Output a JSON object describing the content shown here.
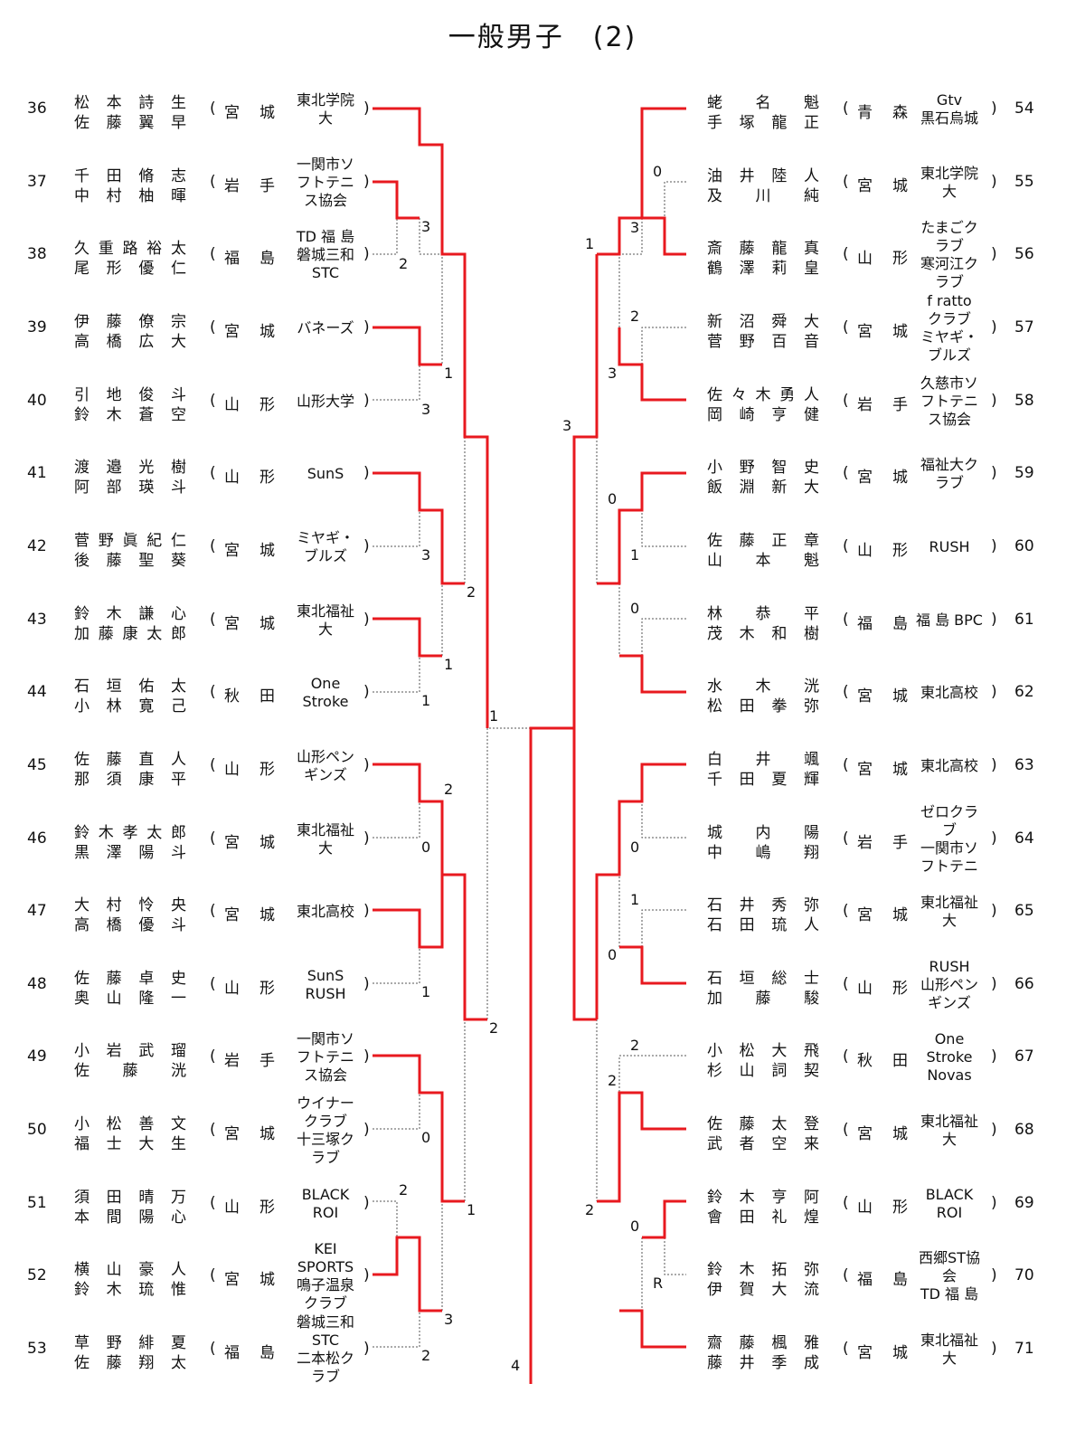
{
  "title": "一般男子　(2)",
  "left": [
    {
      "no": "36",
      "p1": "松本詩生",
      "p2": "佐藤翼早",
      "pref": "宮城",
      "club": [
        "東北学院",
        "大"
      ]
    },
    {
      "no": "37",
      "p1": "千田脩志",
      "p2": "中村柚暉",
      "pref": "岩手",
      "club": [
        "一関市ソ",
        "フトテニ",
        "ス協会"
      ]
    },
    {
      "no": "38",
      "p1": "久重路裕太",
      "p2": "尾形優仁",
      "pref": "福島",
      "club": [
        "TD 福 島",
        "磐城三和",
        "STC"
      ]
    },
    {
      "no": "39",
      "p1": "伊藤僚宗",
      "p2": "高橋広大",
      "pref": "宮城",
      "club": [
        "バネーズ"
      ]
    },
    {
      "no": "40",
      "p1": "引地俊斗",
      "p2": "鈴木蒼空",
      "pref": "山形",
      "club": [
        "山形大学"
      ]
    },
    {
      "no": "41",
      "p1": "渡邉光樹",
      "p2": "阿部瑛斗",
      "pref": "山形",
      "club": [
        "SunS"
      ]
    },
    {
      "no": "42",
      "p1": "菅野眞紀仁",
      "p2": "後藤聖葵",
      "pref": "宮城",
      "club": [
        "ミヤギ・",
        "ブルズ"
      ]
    },
    {
      "no": "43",
      "p1": "鈴木謙心",
      "p2": "加藤康太郎",
      "pref": "宮城",
      "club": [
        "東北福祉",
        "大"
      ]
    },
    {
      "no": "44",
      "p1": "石垣佑太",
      "p2": "小林寛己",
      "pref": "秋田",
      "club": [
        "One",
        "Stroke"
      ]
    },
    {
      "no": "45",
      "p1": "佐藤直人",
      "p2": "那須康平",
      "pref": "山形",
      "club": [
        "山形ペン",
        "ギンズ"
      ]
    },
    {
      "no": "46",
      "p1": "鈴木孝太郎",
      "p2": "黒澤陽斗",
      "pref": "宮城",
      "club": [
        "東北福祉",
        "大"
      ]
    },
    {
      "no": "47",
      "p1": "大村怜央",
      "p2": "高橋優斗",
      "pref": "宮城",
      "club": [
        "東北高校"
      ]
    },
    {
      "no": "48",
      "p1": "佐藤卓史",
      "p2": "奥山隆一",
      "pref": "山形",
      "club": [
        "SunS",
        "RUSH"
      ]
    },
    {
      "no": "49",
      "p1": "小岩武瑠",
      "p2": "佐藤洸",
      "pref": "岩手",
      "club": [
        "一関市ソ",
        "フトテニ",
        "ス協会"
      ]
    },
    {
      "no": "50",
      "p1": "小松善文",
      "p2": "福士大生",
      "pref": "宮城",
      "club": [
        "ウイナー",
        "クラブ",
        "十三塚ク",
        "ラブ"
      ]
    },
    {
      "no": "51",
      "p1": "須田晴万",
      "p2": "本間陽心",
      "pref": "山形",
      "club": [
        "BLACK",
        "ROI"
      ]
    },
    {
      "no": "52",
      "p1": "横山豪人",
      "p2": "鈴木琉惟",
      "pref": "宮城",
      "club": [
        "KEI",
        "SPORTS",
        "鳴子温泉",
        "クラブ"
      ]
    },
    {
      "no": "53",
      "p1": "草野緋夏",
      "p2": "佐藤翔太",
      "pref": "福島",
      "club": [
        "磐城三和",
        "STC",
        "二本松ク",
        "ラブ"
      ]
    }
  ],
  "right": [
    {
      "no": "54",
      "p1": "蛯名魁",
      "p2": "手塚龍正",
      "pref": "青森",
      "club": [
        "Gtv",
        "黒石烏城"
      ]
    },
    {
      "no": "55",
      "p1": "油井陸人",
      "p2": "及川純",
      "pref": "宮城",
      "club": [
        "東北学院",
        "大"
      ]
    },
    {
      "no": "56",
      "p1": "斎藤龍真",
      "p2": "鶴澤莉皇",
      "pref": "山形",
      "club": [
        "たまごク",
        "ラブ",
        "寒河江ク",
        "ラブ"
      ]
    },
    {
      "no": "57",
      "p1": "新沼舜大",
      "p2": "菅野百音",
      "pref": "宮城",
      "club": [
        "f ratto",
        "クラブ",
        "ミヤギ・",
        "ブルズ"
      ]
    },
    {
      "no": "58",
      "p1": "佐々木勇人",
      "p2": "岡崎亨健",
      "pref": "岩手",
      "club": [
        "久慈市ソ",
        "フトテニ",
        "ス協会"
      ]
    },
    {
      "no": "59",
      "p1": "小野智史",
      "p2": "飯淵新大",
      "pref": "宮城",
      "club": [
        "福祉大ク",
        "ラブ"
      ]
    },
    {
      "no": "60",
      "p1": "佐藤正章",
      "p2": "山本魁",
      "pref": "山形",
      "club": [
        "RUSH"
      ]
    },
    {
      "no": "61",
      "p1": "林恭平",
      "p2": "茂木和樹",
      "pref": "福島",
      "club": [
        "福 島 BPC"
      ]
    },
    {
      "no": "62",
      "p1": "水木洸",
      "p2": "松田拳弥",
      "pref": "宮城",
      "club": [
        "東北高校"
      ]
    },
    {
      "no": "63",
      "p1": "白井颯",
      "p2": "千田夏輝",
      "pref": "宮城",
      "club": [
        "東北高校"
      ]
    },
    {
      "no": "64",
      "p1": "城内陽",
      "p2": "中嶋翔",
      "pref": "岩手",
      "club": [
        "ゼロクラ",
        "ブ",
        "一関市ソ",
        "フトテニ"
      ]
    },
    {
      "no": "65",
      "p1": "石井秀弥",
      "p2": "石田琉人",
      "pref": "宮城",
      "club": [
        "東北福祉",
        "大"
      ]
    },
    {
      "no": "66",
      "p1": "石垣総士",
      "p2": "加藤駿",
      "pref": "山形",
      "club": [
        "RUSH",
        "山形ペン",
        "ギンズ"
      ]
    },
    {
      "no": "67",
      "p1": "小松大飛",
      "p2": "杉山詞契",
      "pref": "秋田",
      "club": [
        "One",
        "Stroke",
        "Novas"
      ]
    },
    {
      "no": "68",
      "p1": "佐藤太登",
      "p2": "武者空来",
      "pref": "宮城",
      "club": [
        "東北福祉",
        "大"
      ]
    },
    {
      "no": "69",
      "p1": "鈴木亨阿",
      "p2": "會田礼煌",
      "pref": "山形",
      "club": [
        "BLACK",
        "ROI"
      ]
    },
    {
      "no": "70",
      "p1": "鈴木拓弥",
      "p2": "伊賀大流",
      "pref": "福島",
      "club": [
        "西郷ST協",
        "会",
        "TD 福 島"
      ]
    },
    {
      "no": "71",
      "p1": "齋藤楓雅",
      "p2": "藤井季成",
      "pref": "宮城",
      "club": [
        "東北福祉",
        "大"
      ]
    }
  ],
  "paren_open": "(",
  "paren_close": ")",
  "scores": {
    "L_R1_1": [
      "3",
      "2"
    ],
    "L_R1_2": [
      "1",
      "3"
    ],
    "L_R1_3": [
      "3",
      "2"
    ],
    "L_R1_4": [
      "1",
      "1"
    ],
    "L_R1_5": [
      "2",
      "0"
    ],
    "L_R1_6": [
      "1",
      "2"
    ],
    "L_R1_7": [
      "0",
      "1"
    ],
    "L_R1_8": [
      "2",
      "3"
    ],
    "L_R1_9": [
      "2"
    ],
    "L_SF": [
      "1",
      "4"
    ],
    "R_R1_1": [
      "0",
      "3"
    ],
    "R_R1_2": [
      "2",
      "3"
    ],
    "R_R1_3": [
      "1"
    ],
    "R_R1_4": [
      "0",
      "1"
    ],
    "R_R1_5": [
      "0"
    ],
    "R_R1_6": [
      "3"
    ],
    "R_R1_7": [
      "0",
      "1"
    ],
    "R_R1_8": [
      "0"
    ],
    "R_R1_9": [
      "2",
      "2"
    ],
    "R_R1_10": [
      "0",
      "R"
    ],
    "R_R1_11": [
      "2"
    ]
  }
}
